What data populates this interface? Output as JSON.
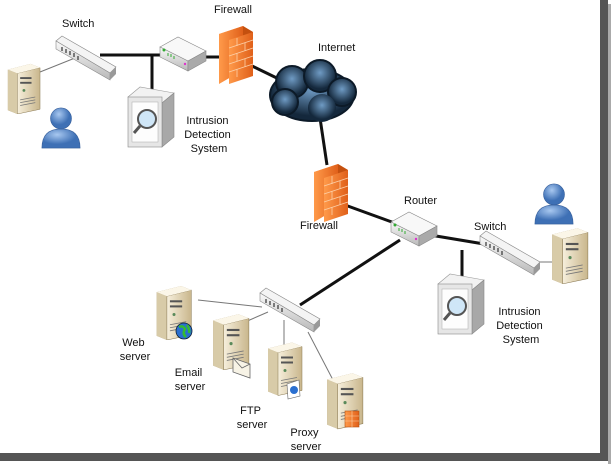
{
  "labels": {
    "switch_top": "Switch",
    "firewall_top": "Firewall",
    "internet": "Internet",
    "ids_top": [
      "Intrusion",
      "Detection",
      "System"
    ],
    "firewall_mid": "Firewall",
    "router": "Router",
    "switch_right": "Switch",
    "ids_right": [
      "Intrusion",
      "Detection",
      "System"
    ],
    "web_server": [
      "Web",
      "server"
    ],
    "email_server": [
      "Email",
      "server"
    ],
    "ftp_server": [
      "FTP",
      "server"
    ],
    "proxy_server": [
      "Proxy",
      "server"
    ]
  },
  "colors": {
    "firewall": "#f07a2a",
    "cloud": "#2d4e6e",
    "server": "#e8dcc0",
    "user": "#5b8fd0",
    "frame": "#555555"
  }
}
